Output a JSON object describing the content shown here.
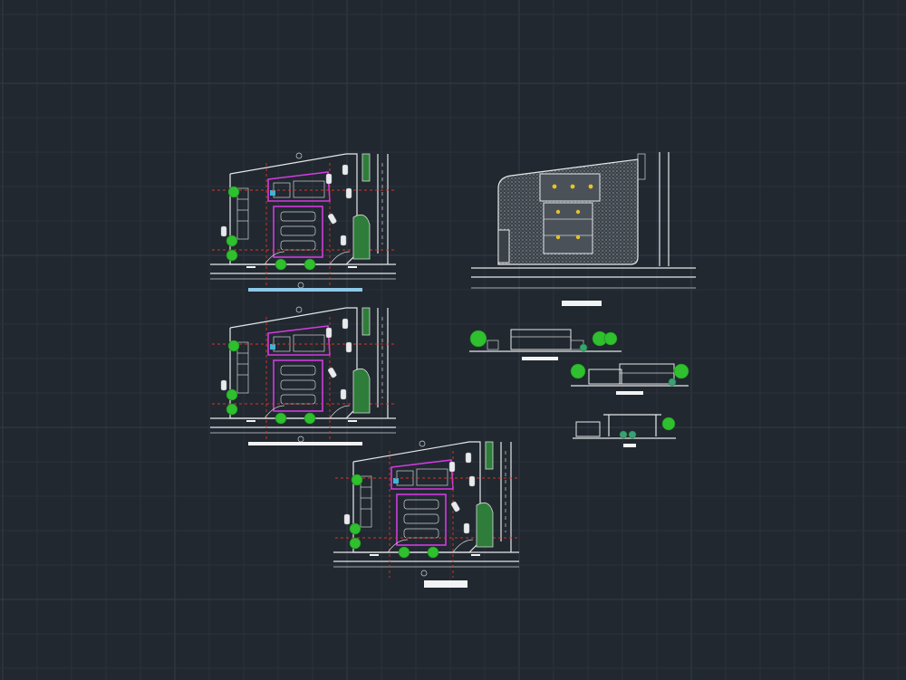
{
  "drawing": {
    "theme": {
      "background": "#212830",
      "grid_minor": "#2a323b",
      "grid_major": "#303943",
      "linework": "#e6e8ea",
      "boundary": "#d23be0",
      "axis_lines": "#d9352b",
      "vegetation": "#2fbf2f",
      "lawn": "#2f7d3a",
      "accent_yellow": "#e6c22a"
    },
    "views": [
      {
        "name": "site-plan-1",
        "kind": "site plan"
      },
      {
        "name": "site-plan-2",
        "kind": "site plan"
      },
      {
        "name": "site-plan-3",
        "kind": "site plan"
      },
      {
        "name": "roof-plan",
        "kind": "roof plan"
      },
      {
        "name": "elevation-front",
        "kind": "elevation"
      },
      {
        "name": "elevation-side",
        "kind": "elevation"
      },
      {
        "name": "elevation-canopy",
        "kind": "elevation"
      }
    ]
  }
}
